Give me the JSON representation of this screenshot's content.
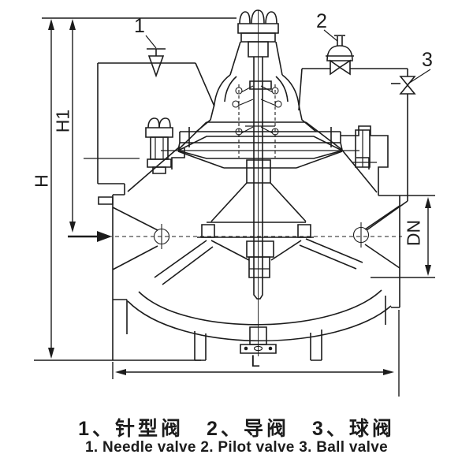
{
  "colors": {
    "line": "#1c1c1c",
    "background": "#ffffff"
  },
  "dimension_labels": {
    "height_total": "H",
    "height_to_centerline": "H1",
    "nominal_diameter": "DN",
    "face_to_face_length": "L"
  },
  "callouts": {
    "needle_valve": "1",
    "pilot_valve": "2",
    "ball_valve": "3"
  },
  "legend": {
    "line1_zh": "1、针型阀　2、导阀　3、球阀",
    "line2_en": "1. Needle valve 2. Pilot valve 3. Ball valve"
  }
}
